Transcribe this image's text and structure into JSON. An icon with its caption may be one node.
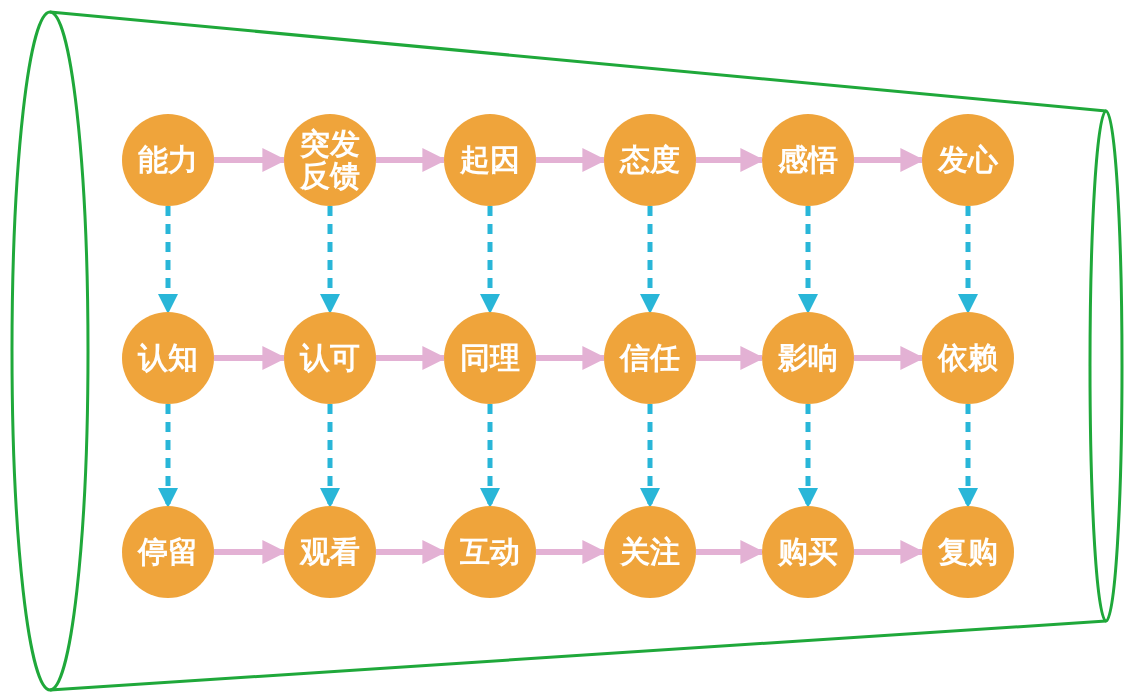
{
  "diagram": {
    "nodes": [
      {
        "text": [
          "能力"
        ]
      },
      {
        "text": [
          "突发反馈"
        ]
      },
      {
        "text": [
          "起因"
        ]
      },
      {
        "text": [
          "态度"
        ]
      },
      {
        "text": [
          "感悟"
        ]
      },
      {
        "text": [
          "发心"
        ]
      },
      {
        "text": [
          "认知"
        ]
      },
      {
        "text": [
          "认可"
        ]
      },
      {
        "text": [
          "同理"
        ]
      },
      {
        "text": [
          "信任"
        ]
      },
      {
        "text": [
          "影响"
        ]
      },
      {
        "text": [
          "依赖"
        ]
      },
      {
        "text": [
          "停留"
        ]
      },
      {
        "text": [
          "观看"
        ]
      },
      {
        "text": [
          "互动"
        ]
      },
      {
        "text": [
          "关注"
        ]
      },
      {
        "text": [
          "购买"
        ]
      },
      {
        "text": [
          "复购"
        ]
      }
    ],
    "edges": [
      {
        "from": 0,
        "to": 1,
        "arrow": "to"
      },
      {
        "from": 1,
        "to": 2,
        "arrow": "to"
      },
      {
        "from": 2,
        "to": 3,
        "arrow": "to"
      },
      {
        "from": 3,
        "to": 4,
        "arrow": "to"
      },
      {
        "from": 4,
        "to": 5,
        "arrow": "to"
      },
      {
        "from": 6,
        "to": 7,
        "arrow": "to"
      },
      {
        "from": 7,
        "to": 8,
        "arrow": "to"
      },
      {
        "from": 8,
        "to": 9,
        "arrow": "to"
      },
      {
        "from": 9,
        "to": 10,
        "arrow": "to"
      },
      {
        "from": 10,
        "to": 11,
        "arrow": "to"
      },
      {
        "from": 12,
        "to": 13,
        "arrow": "to"
      },
      {
        "from": 13,
        "to": 14,
        "arrow": "to"
      },
      {
        "from": 14,
        "to": 15,
        "arrow": "to"
      },
      {
        "from": 15,
        "to": 16,
        "arrow": "to"
      },
      {
        "from": 16,
        "to": 17,
        "arrow": "to"
      },
      {
        "from": 0,
        "to": 6,
        "arrow": "to",
        "style": "dashed",
        "color": "#29b6d8"
      },
      {
        "from": 1,
        "to": 7,
        "arrow": "to",
        "style": "dashed",
        "color": "#29b6d8"
      },
      {
        "from": 2,
        "to": 8,
        "arrow": "to",
        "style": "dashed",
        "color": "#29b6d8"
      },
      {
        "from": 3,
        "to": 9,
        "arrow": "to",
        "style": "dashed",
        "color": "#29b6d8"
      },
      {
        "from": 4,
        "to": 10,
        "arrow": "to",
        "style": "dashed",
        "color": "#29b6d8"
      },
      {
        "from": 5,
        "to": 11,
        "arrow": "to",
        "style": "dashed",
        "color": "#29b6d8"
      },
      {
        "from": 6,
        "to": 12,
        "arrow": "to",
        "style": "dashed",
        "color": "#29b6d8"
      },
      {
        "from": 7,
        "to": 13,
        "arrow": "to",
        "style": "dashed",
        "color": "#29b6d8"
      },
      {
        "from": 8,
        "to": 14,
        "arrow": "to",
        "style": "dashed",
        "color": "#29b6d8"
      },
      {
        "from": 9,
        "to": 15,
        "arrow": "to",
        "style": "dashed",
        "color": "#29b6d8"
      },
      {
        "from": 10,
        "to": 16,
        "arrow": "to",
        "style": "dashed",
        "color": "#29b6d8"
      },
      {
        "from": 11,
        "to": 17,
        "arrow": "to",
        "style": "dashed",
        "color": "#29b6d8"
      }
    ]
  }
}
